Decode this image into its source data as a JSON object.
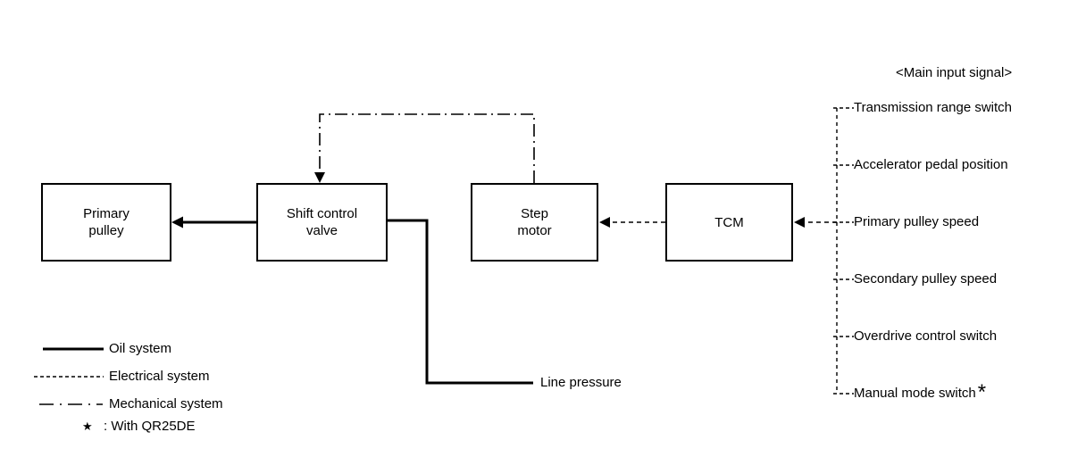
{
  "diagram": {
    "boxes": {
      "primary_pulley": "Primary\npulley",
      "shift_control_valve": "Shift control\nvalve",
      "step_motor": "Step\nmotor",
      "tcm": "TCM"
    },
    "line_pressure_label": "Line pressure",
    "main_input": {
      "header": "<Main input signal>",
      "items": [
        "Transmission range switch",
        "Accelerator pedal position",
        "Primary pulley speed",
        "Secondary pulley speed",
        "Overdrive control switch",
        "Manual mode switch"
      ],
      "asterisk": "*"
    },
    "legend": {
      "items": [
        {
          "style": "solid",
          "label": "Oil system"
        },
        {
          "style": "dashed",
          "label": "Electrical system"
        },
        {
          "style": "dash-dot",
          "label": "Mechanical system"
        }
      ],
      "footnote_symbol": "★",
      "footnote_label": ": With QR25DE"
    },
    "colors": {
      "ink": "#000000",
      "background": "#ffffff"
    }
  }
}
